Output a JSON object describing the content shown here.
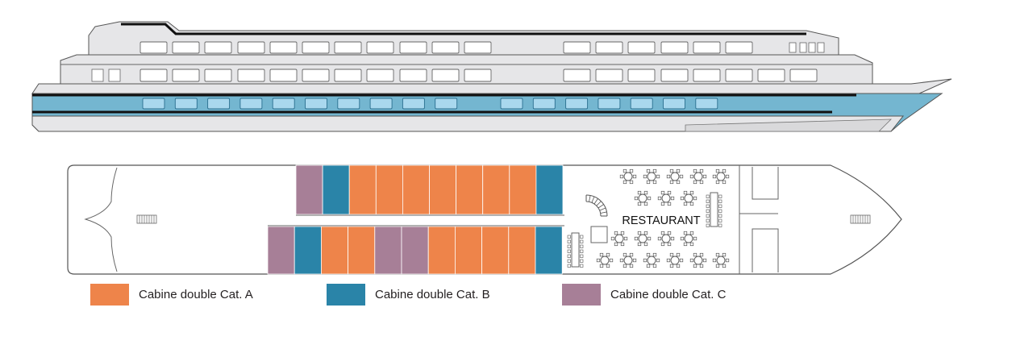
{
  "colors": {
    "cat_a": "#ee844a",
    "cat_b": "#2a84a8",
    "cat_c": "#a77f97",
    "hull_blue": "#74b6d0",
    "hull_grey": "#e6e6e8",
    "outline": "#3c3c3c"
  },
  "deck": {
    "restaurant_label": "RESTAURANT"
  },
  "cabins": {
    "upper_row": [
      "C",
      "B",
      "A",
      "A",
      "A",
      "A",
      "A",
      "A",
      "A",
      "B"
    ],
    "lower_row": [
      "C",
      "B",
      "A",
      "A",
      "C",
      "C",
      "A",
      "A",
      "A",
      "A",
      "B"
    ]
  },
  "legend": [
    {
      "label": "Cabine double Cat. A",
      "category": "A"
    },
    {
      "label": "Cabine double Cat. B",
      "category": "B"
    },
    {
      "label": "Cabine double Cat. C",
      "category": "C"
    }
  ]
}
